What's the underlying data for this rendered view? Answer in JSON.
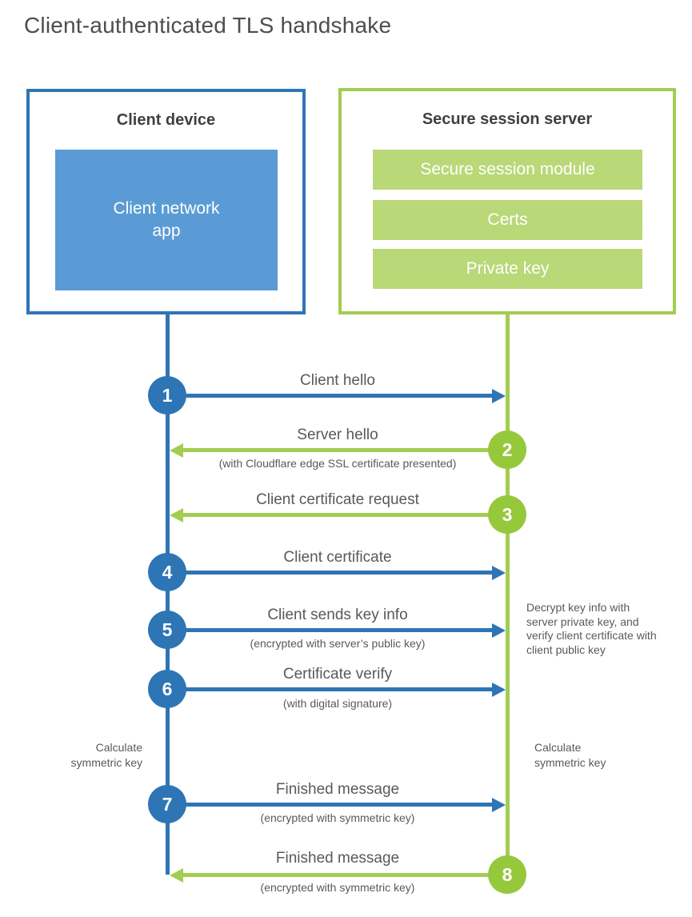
{
  "title": "Client-authenticated TLS handshake",
  "client": {
    "title": "Client device",
    "app_label": "Client network\napp"
  },
  "server": {
    "title": "Secure session server",
    "modules": [
      "Secure session module",
      "Certs",
      "Private key"
    ]
  },
  "steps": [
    {
      "num": "1",
      "from": "client",
      "label": "Client hello",
      "sublabel": ""
    },
    {
      "num": "2",
      "from": "server",
      "label": "Server hello",
      "sublabel": "(with Cloudflare edge SSL certificate presented)"
    },
    {
      "num": "3",
      "from": "server",
      "label": "Client certificate request",
      "sublabel": ""
    },
    {
      "num": "4",
      "from": "client",
      "label": "Client certificate",
      "sublabel": ""
    },
    {
      "num": "5",
      "from": "client",
      "label": "Client sends key info",
      "sublabel": "(encrypted with server’s public key)"
    },
    {
      "num": "6",
      "from": "client",
      "label": "Certificate verify",
      "sublabel": "(with digital signature)"
    },
    {
      "num": "7",
      "from": "client",
      "label": "Finished message",
      "sublabel": "(encrypted with symmetric key)"
    },
    {
      "num": "8",
      "from": "server",
      "label": "Finished message",
      "sublabel": "(encrypted with symmetric key)"
    }
  ],
  "notes": {
    "decrypt": "Decrypt key info with server private key, and verify client certificate with client public key",
    "calc_left": "Calculate\nsymmetric key",
    "calc_right": "Calculate\nsymmetric key"
  },
  "colors": {
    "blue": "#2e75b6",
    "light_blue": "#5b9bd5",
    "green": "#a3cd52",
    "green_circle": "#96c83c",
    "light_green": "#b9d877",
    "text_dark": "#404040",
    "text_gray": "#58595b"
  }
}
